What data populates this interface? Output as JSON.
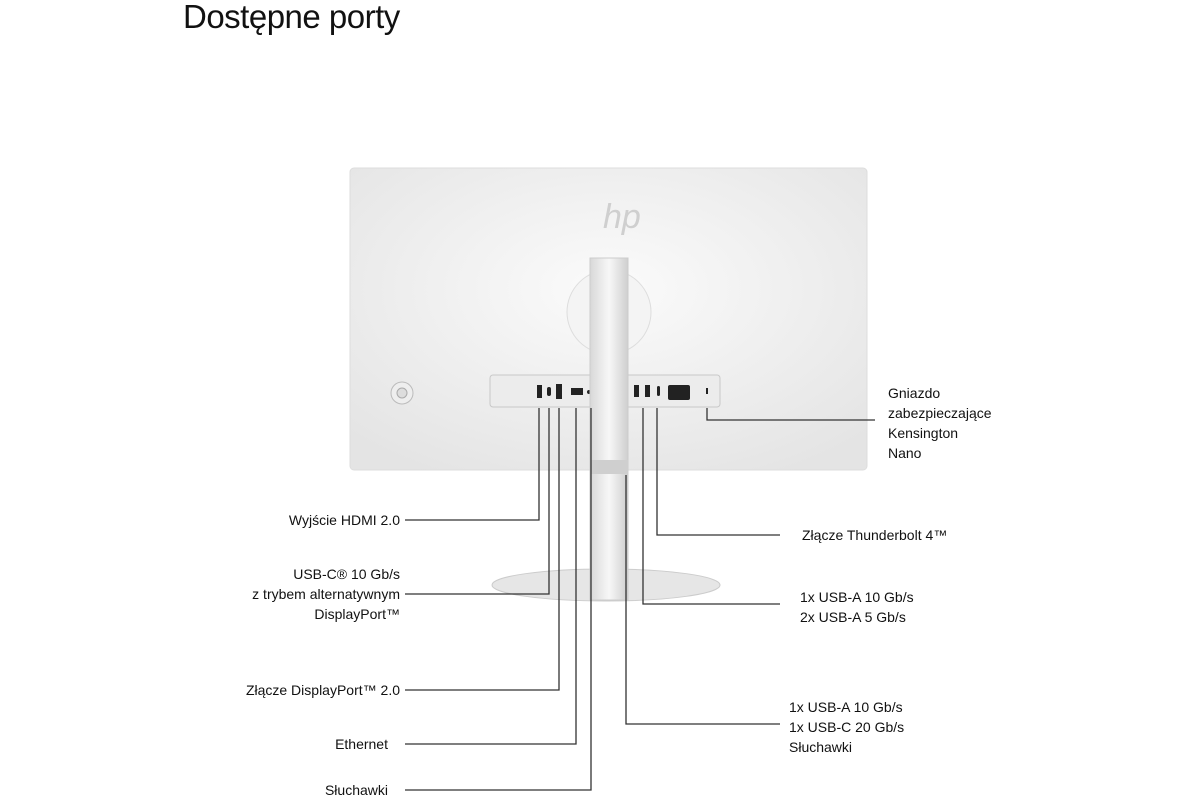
{
  "title": "Dostępne porty",
  "logo": "hp",
  "labels": {
    "hdmi": "Wyjście HDMI 2.0",
    "usbc_dp": [
      "USB-C® 10 Gb/s",
      "z trybem alternatywnym",
      "DisplayPort™"
    ],
    "displayport": "Złącze DisplayPort™ 2.0",
    "ethernet": "Ethernet",
    "headphones": "Słuchawki",
    "kensington": [
      "Gniazdo",
      "zabezpieczające",
      "Kensington",
      "Nano"
    ],
    "thunderbolt": "Złącze Thunderbolt 4™",
    "usba_group": [
      "1x USB-A 10 Gb/s",
      "2x USB-A 5 Gb/s"
    ],
    "side_group": [
      "1x USB-A 10 Gb/s",
      "1x USB-C 20 Gb/s",
      "Słuchawki"
    ]
  }
}
